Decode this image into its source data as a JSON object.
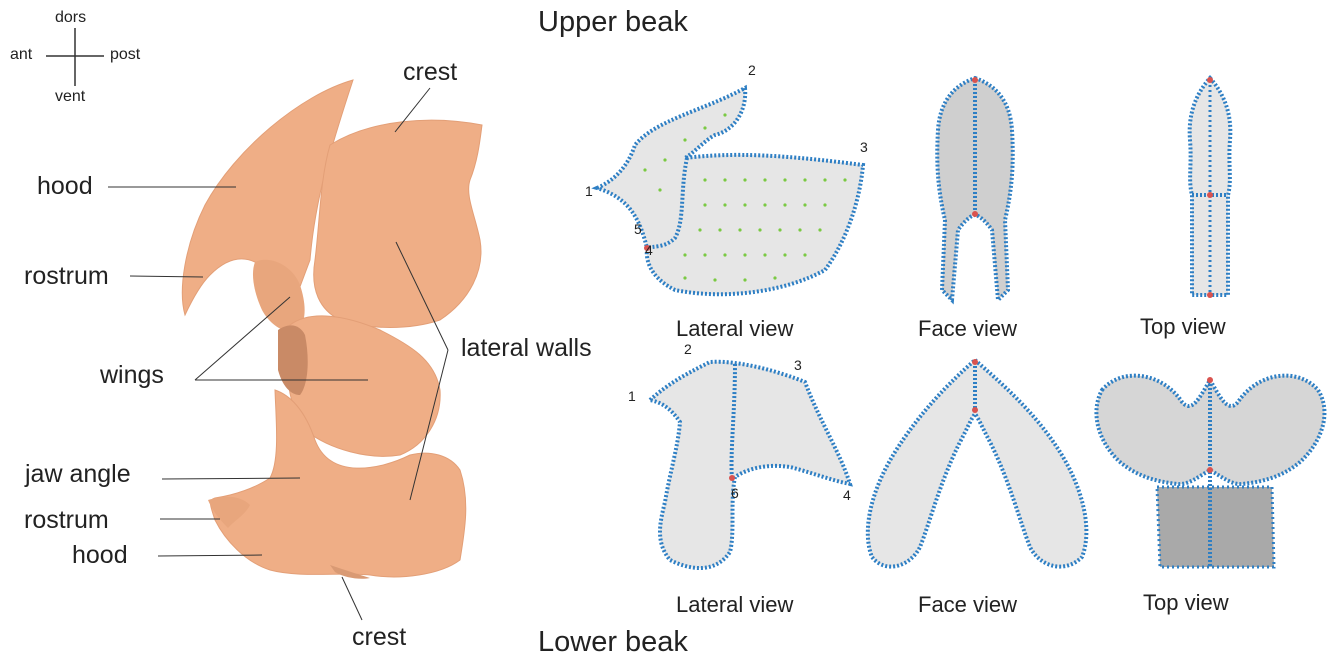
{
  "orientation": {
    "dorsal": "dors",
    "anterior": "ant",
    "posterior": "post",
    "ventral": "vent"
  },
  "left_labels": {
    "crest_top": "crest",
    "hood_top": "hood",
    "rostrum_top": "rostrum",
    "wings": "wings",
    "lateral_walls": "lateral walls",
    "jaw_angle": "jaw angle",
    "rostrum_bottom": "rostrum",
    "hood_bottom": "hood",
    "crest_bottom": "crest"
  },
  "upper_beak": {
    "title": "Upper beak",
    "views": [
      "Lateral view",
      "Face view",
      "Top view"
    ],
    "landmarks": [
      "1",
      "2",
      "3",
      "4",
      "5"
    ]
  },
  "lower_beak": {
    "title": "Lower beak",
    "views": [
      "Lateral view",
      "Face view",
      "Top view"
    ],
    "landmarks": [
      "1",
      "2",
      "3",
      "4",
      "6"
    ]
  },
  "colors": {
    "beak_fill": "#efae86",
    "beak_shade": "#d99a74",
    "mesh_fill": "#e4e4e4",
    "outline_dots": "#2e7fc4",
    "semi_landmarks": "#7ac943",
    "fixed_landmarks": "#d9534f"
  }
}
